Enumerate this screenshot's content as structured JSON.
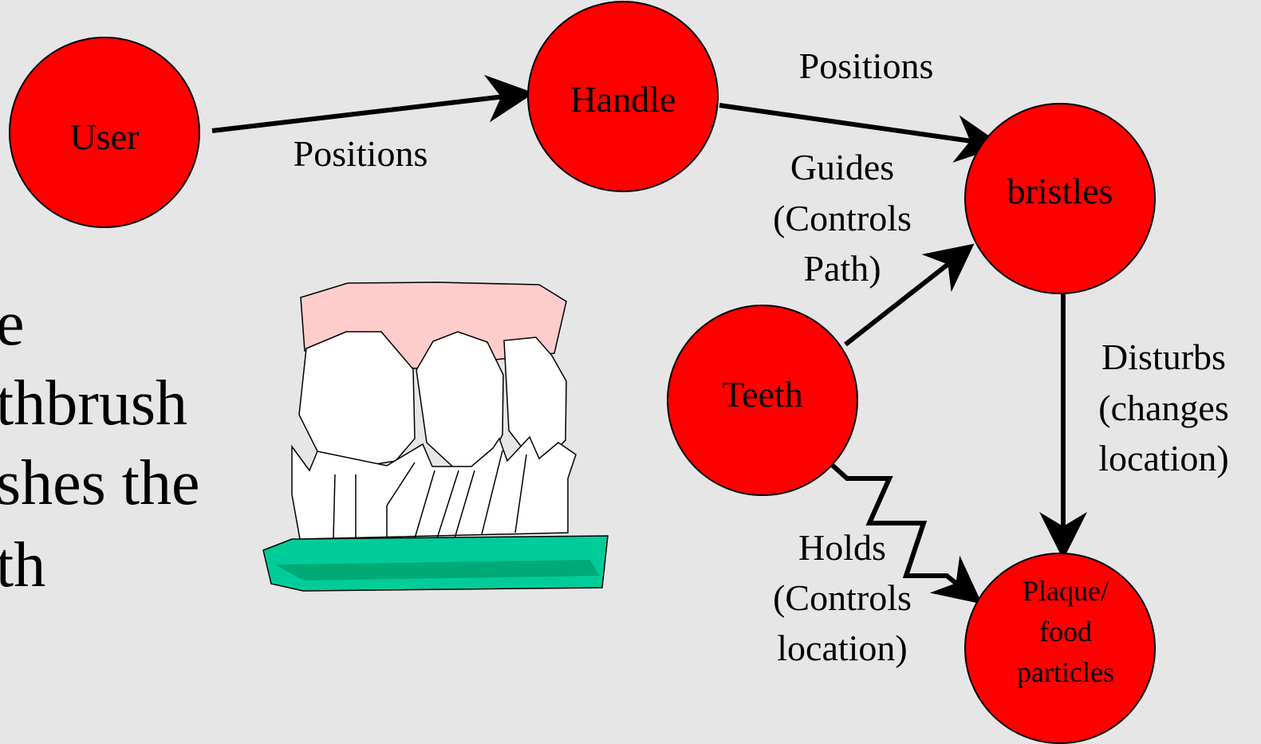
{
  "colors": {
    "background": "#e6e6e6",
    "node_fill": "#ff0000",
    "gum_fill": "#ffcccc",
    "handle_fill": "#00cc99",
    "handle_shade": "#00aa77"
  },
  "nodes": {
    "user": "User",
    "handle": "Handle",
    "bristles": "bristles",
    "teeth": "Teeth",
    "plaque": [
      "Plaque/",
      "food",
      "particles"
    ]
  },
  "edges": {
    "user_handle": "Positions",
    "handle_bristles": "Positions",
    "teeth_bristles": [
      "Guides",
      "(Controls",
      "Path)"
    ],
    "bristles_plaque": [
      "Disturbs",
      "(changes",
      "location)"
    ],
    "teeth_plaque": [
      "Holds",
      "(Controls",
      "location)"
    ]
  },
  "body_text": [
    "e",
    "thbrush",
    "shes the",
    "th"
  ],
  "illustration": {
    "icon": "toothbrush-and-teeth-icon"
  }
}
